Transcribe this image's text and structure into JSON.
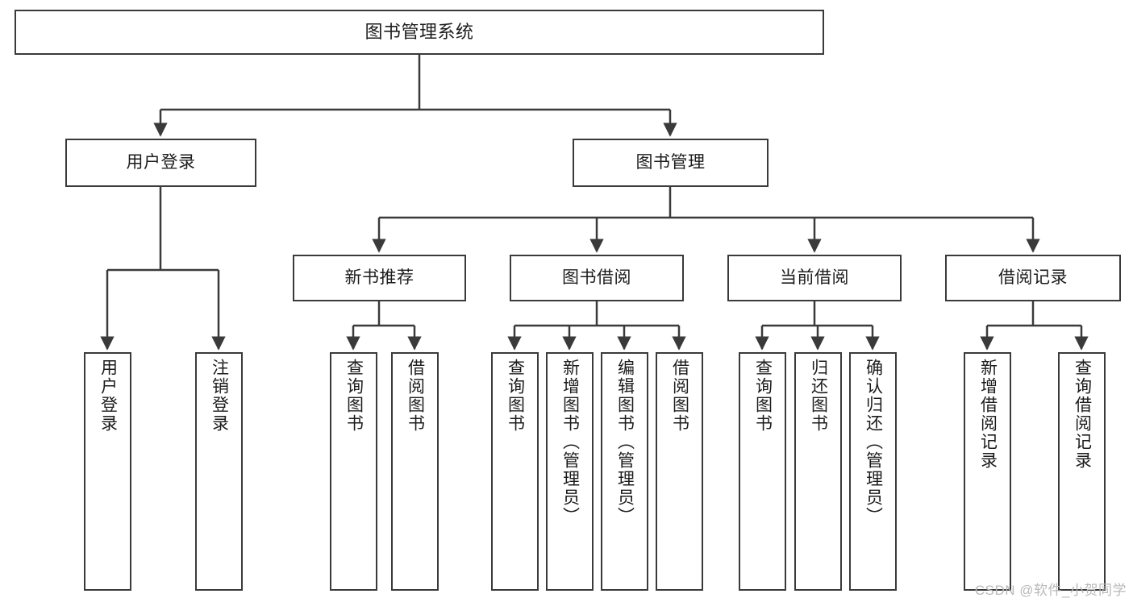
{
  "diagram": {
    "title": "图书管理系统",
    "type": "tree",
    "watermark": "CSDN @软件_小贺同学",
    "colors": {
      "box_border": "#3a3a3a",
      "box_fill": "#ffffff",
      "connector": "#3a3a3a",
      "text": "#1c1c1c",
      "watermark": "#b9b9b9"
    }
  },
  "nodes": {
    "root": {
      "label": "图书管理系统"
    },
    "tier1": [
      {
        "label": "用户登录"
      },
      {
        "label": "图书管理"
      }
    ],
    "tier2": [
      {
        "label": "新书推荐"
      },
      {
        "label": "图书借阅"
      },
      {
        "label": "当前借阅"
      },
      {
        "label": "借阅记录"
      }
    ],
    "leaves": {
      "user_login": [
        {
          "label": "用户登录"
        },
        {
          "label": "注销登录"
        }
      ],
      "new_book_recommend": [
        {
          "label": "查询图书"
        },
        {
          "label": "借阅图书"
        }
      ],
      "book_borrow": [
        {
          "label": "查询图书"
        },
        {
          "label": "新增图书（管理员）"
        },
        {
          "label": "编辑图书（管理员）"
        },
        {
          "label": "借阅图书"
        }
      ],
      "current_borrow": [
        {
          "label": "查询图书"
        },
        {
          "label": "归还图书"
        },
        {
          "label": "确认归还（管理员）"
        }
      ],
      "borrow_record": [
        {
          "label": "新增借阅记录"
        },
        {
          "label": "查询借阅记录"
        }
      ]
    }
  }
}
